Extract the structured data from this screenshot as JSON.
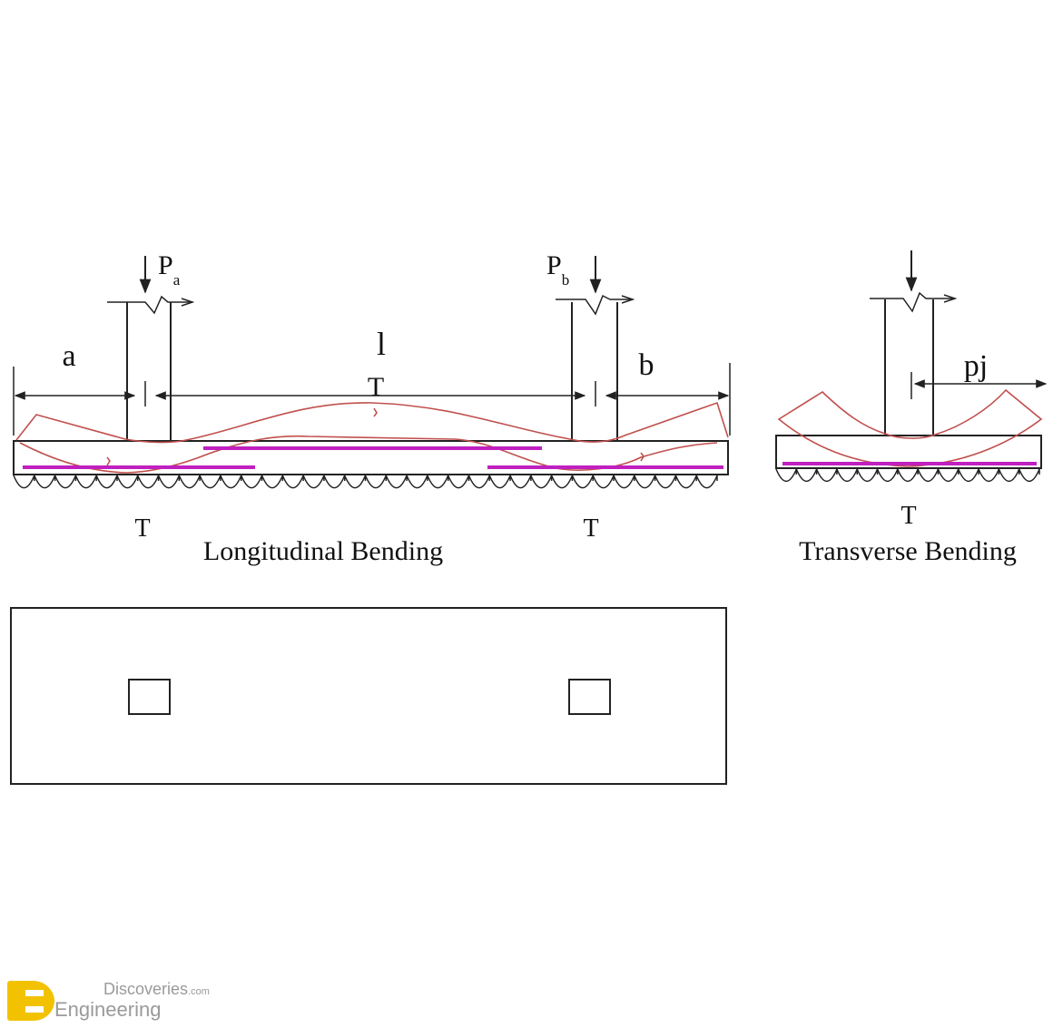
{
  "longitudinal": {
    "caption": "Longitudinal Bending",
    "label_a": "a",
    "label_l": "l",
    "label_b": "b",
    "label_T_top": "T",
    "label_T_left": "T",
    "label_T_right": "T",
    "load_a": {
      "symbol": "P",
      "subscript": "a"
    },
    "load_b": {
      "symbol": "P",
      "subscript": "b"
    }
  },
  "transverse": {
    "caption": "Transverse Bending",
    "label_pj": "pj",
    "label_T": "T"
  },
  "watermark": {
    "line1": "Discoveries",
    "line1_suffix": ".com",
    "line2": "Engineering",
    "logo_letters": "ED"
  },
  "colors": {
    "line": "#222222",
    "moment_curve": "#c0504d",
    "reinforcement": "#c020c0",
    "logo_yellow": "#f2c200"
  }
}
